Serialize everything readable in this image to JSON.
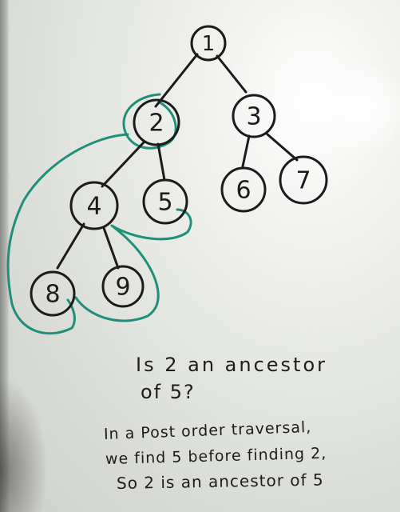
{
  "tree": {
    "nodes": [
      {
        "id": "n1",
        "label": "1"
      },
      {
        "id": "n2",
        "label": "2"
      },
      {
        "id": "n3",
        "label": "3"
      },
      {
        "id": "n4",
        "label": "4"
      },
      {
        "id": "n5",
        "label": "5"
      },
      {
        "id": "n6",
        "label": "6"
      },
      {
        "id": "n7",
        "label": "7"
      },
      {
        "id": "n8",
        "label": "8"
      },
      {
        "id": "n9",
        "label": "9"
      }
    ],
    "edges": [
      [
        "1",
        "2"
      ],
      [
        "1",
        "3"
      ],
      [
        "2",
        "4"
      ],
      [
        "2",
        "5"
      ],
      [
        "3",
        "6"
      ],
      [
        "3",
        "7"
      ],
      [
        "4",
        "8"
      ],
      [
        "4",
        "9"
      ]
    ]
  },
  "notes": {
    "question_line1": "Is 2 an ancestor",
    "question_line2": "of 5?",
    "answer_line1": "In a Post order traversal,",
    "answer_line2": "we find 5 before finding 2,",
    "answer_line3": "So 2 is an ancestor of 5"
  },
  "colors": {
    "marker_black": "#1b1b1b",
    "marker_teal": "#1f8f7a",
    "board": "#e6e8e3"
  }
}
